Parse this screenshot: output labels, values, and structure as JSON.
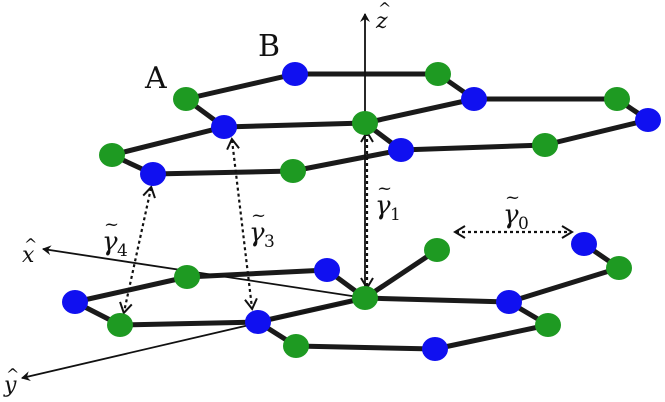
{
  "colors": {
    "atom_A": "#1e9a22",
    "atom_B": "#1010f0",
    "bond": "#1a1a1a",
    "background": "#ffffff"
  },
  "sublattice_labels": {
    "A": "A",
    "B": "B"
  },
  "axes": {
    "x": {
      "hat": "^",
      "letter": "x"
    },
    "y": {
      "hat": "^",
      "letter": "y"
    },
    "z": {
      "hat": "^",
      "letter": "z"
    }
  },
  "hoppings": {
    "g0": {
      "symbol": "γ",
      "tilde": "~",
      "sub": "0"
    },
    "g1": {
      "symbol": "γ",
      "tilde": "~",
      "sub": "1"
    },
    "g3": {
      "symbol": "γ",
      "tilde": "~",
      "sub": "3"
    },
    "g4": {
      "symbol": "γ",
      "tilde": "~",
      "sub": "4"
    }
  }
}
